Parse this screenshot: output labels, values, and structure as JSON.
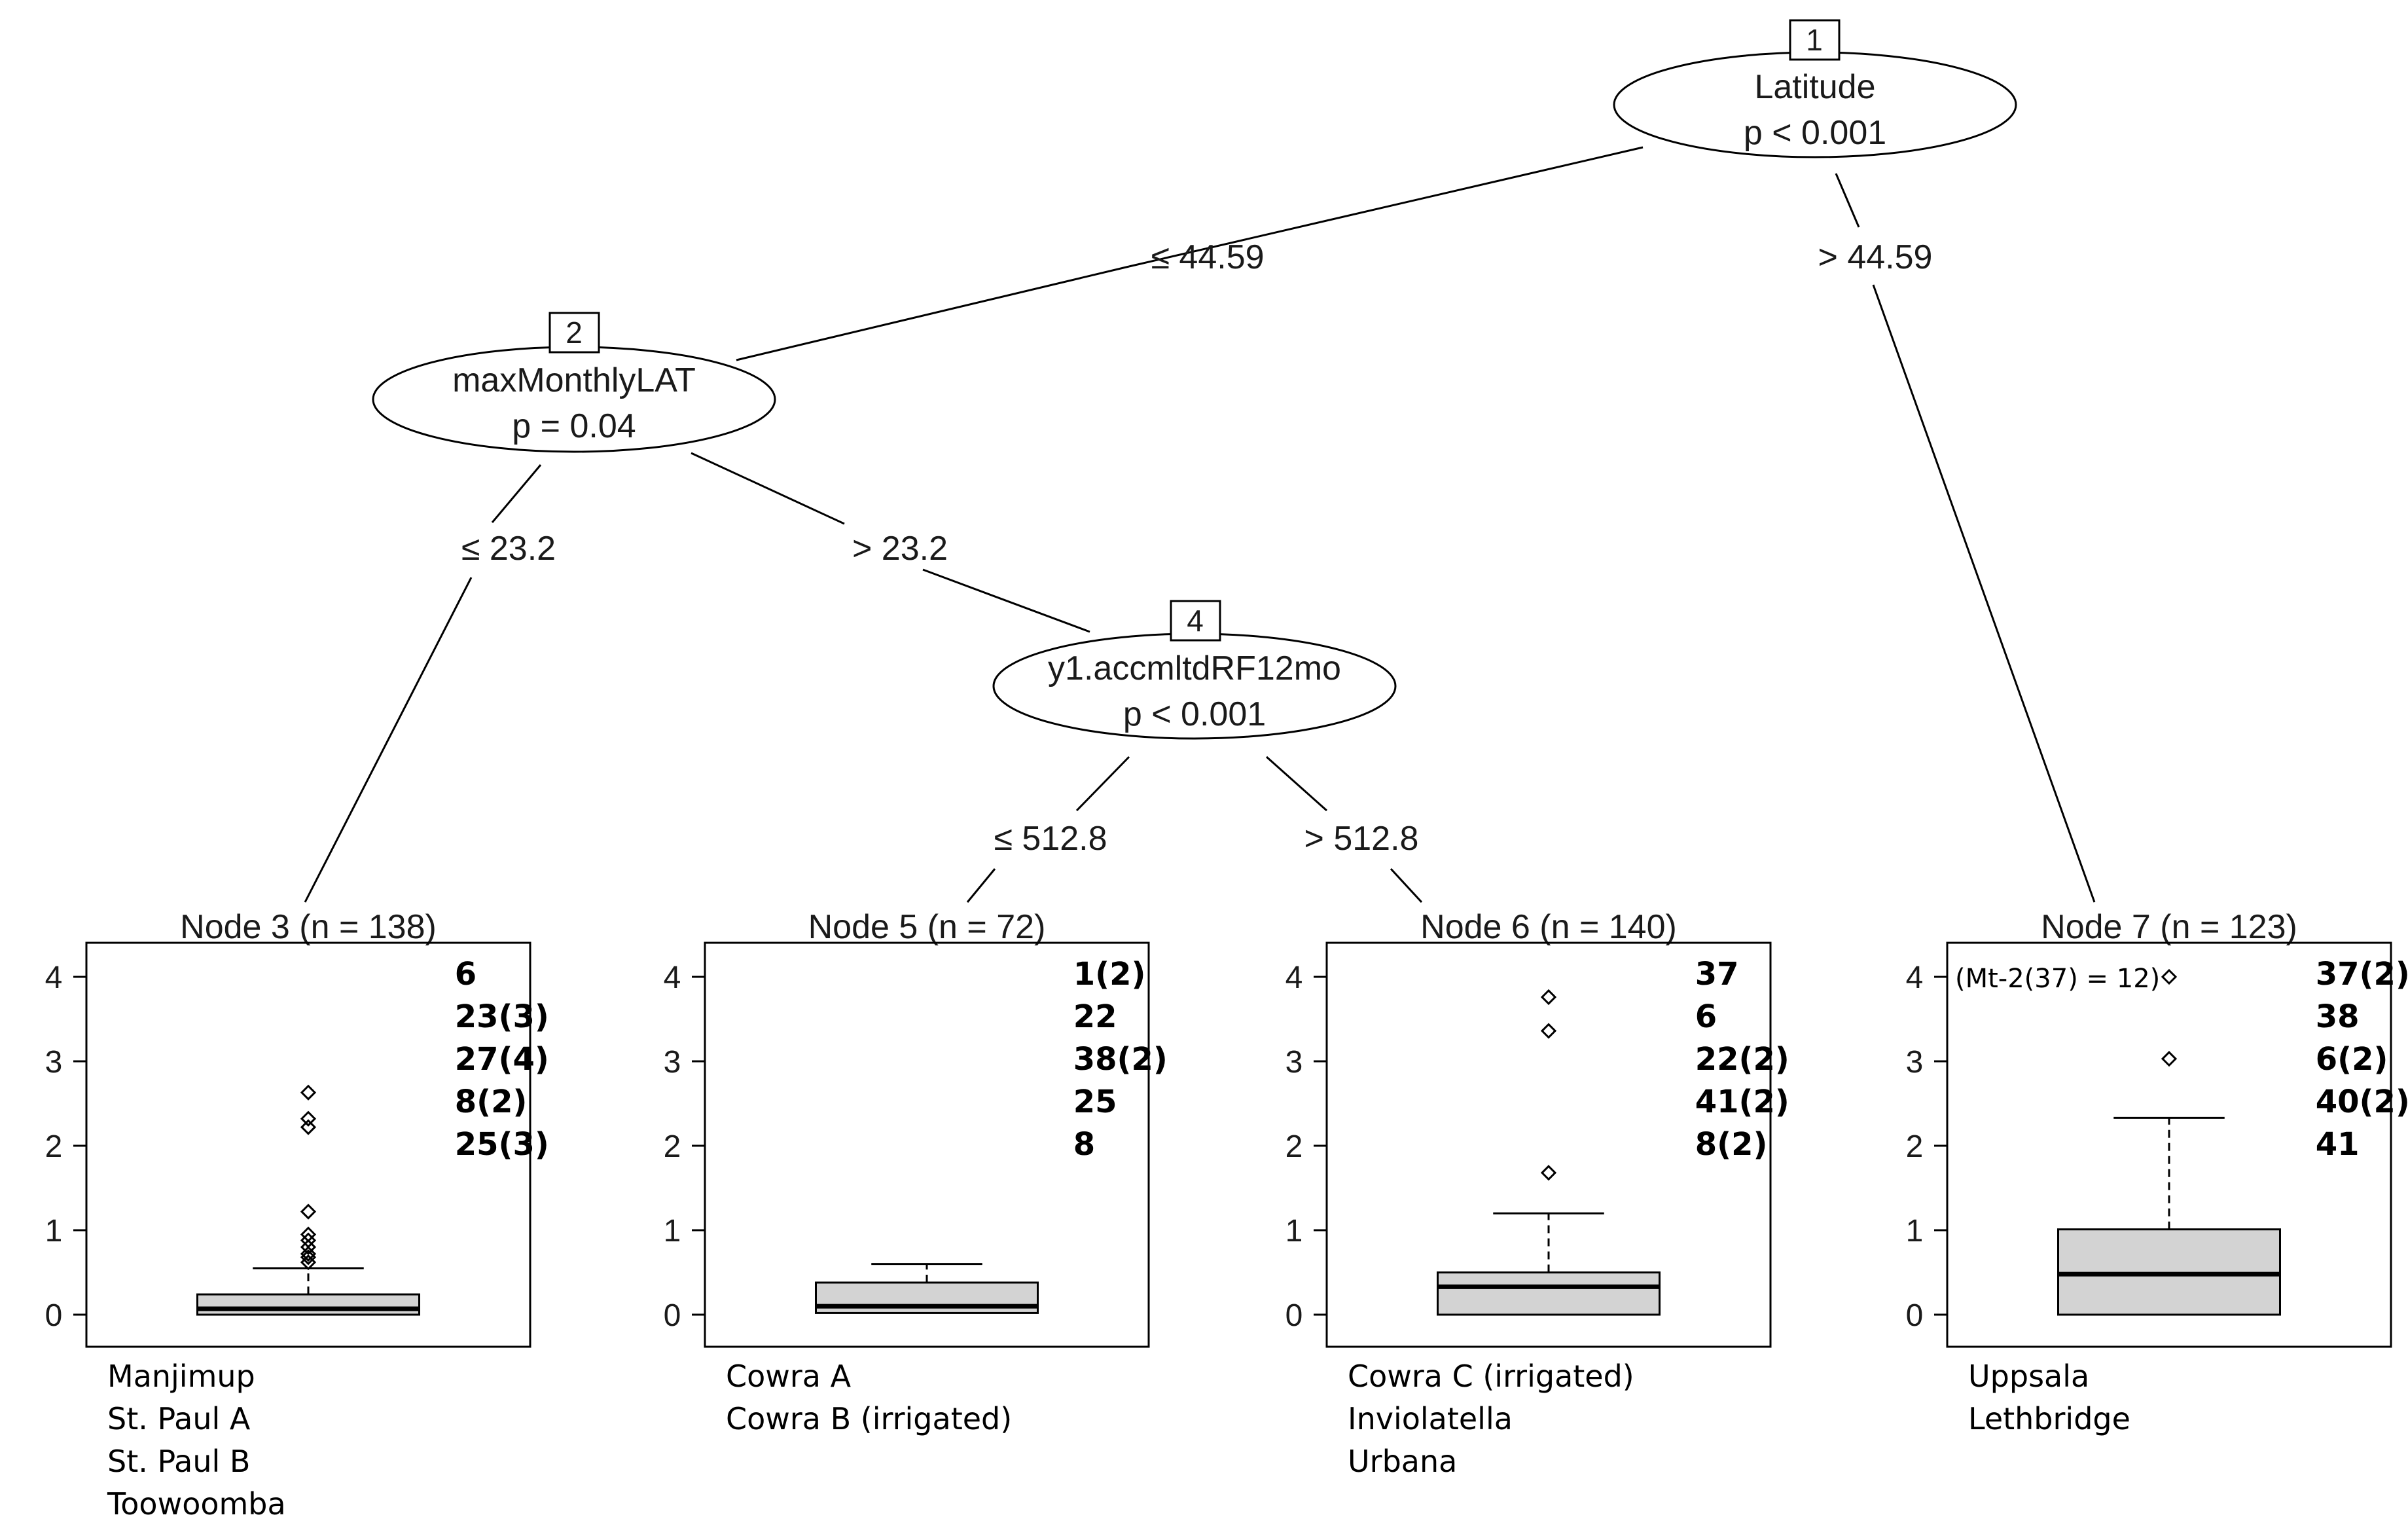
{
  "inner_nodes": [
    {
      "id": "1",
      "variable": "Latitude",
      "pvalue": "p < 0.001"
    },
    {
      "id": "2",
      "variable": "maxMonthlyLAT",
      "pvalue": "p = 0.04"
    },
    {
      "id": "4",
      "variable": "y1.accmltdRF12mo",
      "pvalue": "p < 0.001"
    }
  ],
  "edge_labels": [
    {
      "text": "≤ 44.59"
    },
    {
      "text": "> 44.59"
    },
    {
      "text": "≤ 23.2"
    },
    {
      "text": "> 23.2"
    },
    {
      "text": "≤ 512.8"
    },
    {
      "text": "> 512.8"
    }
  ],
  "terminal_nodes": [
    {
      "title": "Node 3 (n = 138)",
      "counts": [
        "6",
        "23(3)",
        "27(4)",
        "8(2)",
        "25(3)"
      ],
      "sites": [
        "Manjimup",
        "St. Paul A",
        "St. Paul B",
        "Toowoomba"
      ],
      "note": "",
      "box": {
        "q1": 0.0,
        "median": 0.07,
        "q3": 0.24,
        "whisker_low": 0.0,
        "whisker_high": 0.55,
        "outliers": [
          0.62,
          0.68,
          0.72,
          0.8,
          0.88,
          0.95,
          1.22,
          2.22,
          2.32,
          2.63
        ]
      }
    },
    {
      "title": "Node 5 (n = 72)",
      "counts": [
        "1(2)",
        "22",
        "38(2)",
        "25",
        "8"
      ],
      "sites": [
        "Cowra A",
        "Cowra B (irrigated)"
      ],
      "note": "",
      "box": {
        "q1": 0.02,
        "median": 0.1,
        "q3": 0.38,
        "whisker_low": 0.0,
        "whisker_high": 0.6,
        "outliers": []
      }
    },
    {
      "title": "Node 6 (n = 140)",
      "counts": [
        "37",
        "6",
        "22(2)",
        "41(2)",
        "8(2)"
      ],
      "sites": [
        "Cowra C (irrigated)",
        "Inviolatella",
        "Urbana"
      ],
      "note": "",
      "box": {
        "q1": 0.0,
        "median": 0.33,
        "q3": 0.5,
        "whisker_low": 0.0,
        "whisker_high": 1.2,
        "outliers": [
          1.68,
          3.36,
          3.76
        ]
      }
    },
    {
      "title": "Node 7 (n = 123)",
      "counts": [
        "37(2)",
        "38",
        "6(2)",
        "40(2)",
        "41"
      ],
      "sites": [
        "Uppsala",
        "Lethbridge"
      ],
      "note": "(Mt-2(37) = 12)",
      "box": {
        "q1": 0.0,
        "median": 0.48,
        "q3": 1.01,
        "whisker_low": 0.0,
        "whisker_high": 2.33,
        "outliers": [
          3.03,
          4.0
        ]
      }
    }
  ],
  "y_axis": {
    "min": 0,
    "max": 4,
    "ticks": [
      "0",
      "1",
      "2",
      "3",
      "4"
    ]
  }
}
